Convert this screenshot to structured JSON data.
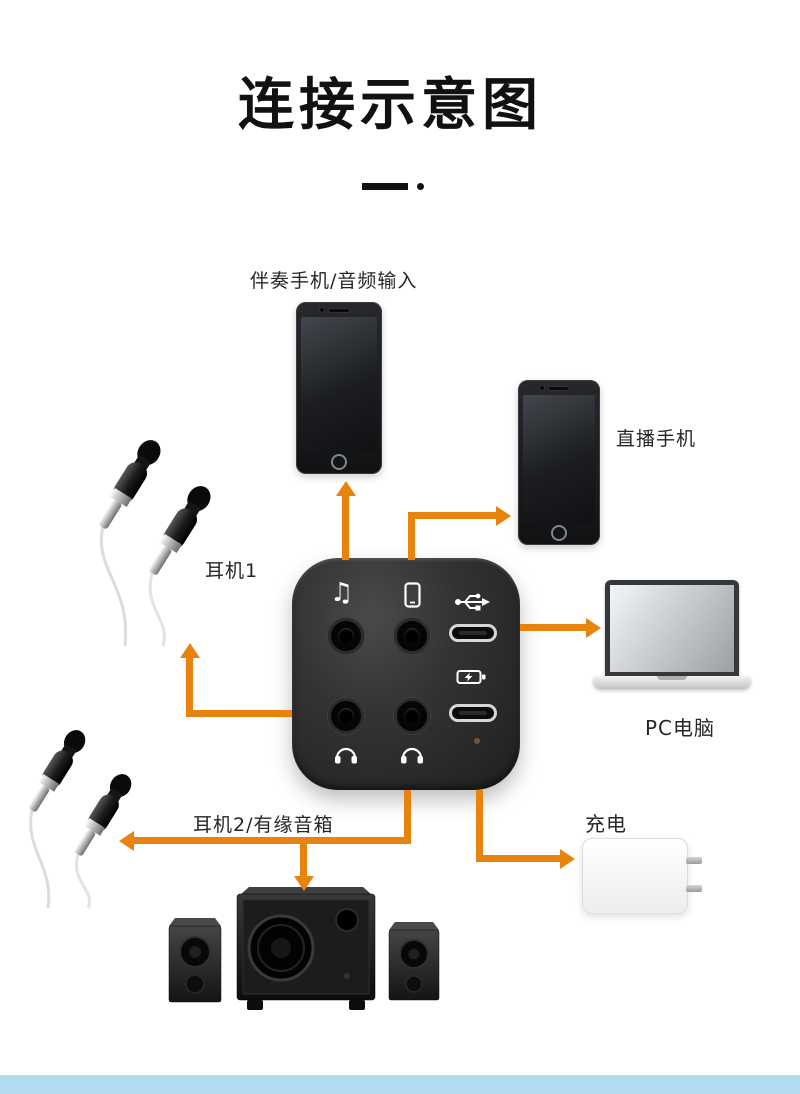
{
  "title": "连接示意图",
  "labels": {
    "top_phone": "伴奏手机/音频输入",
    "right_phone": "直播手机",
    "earphone1": "耳机1",
    "pc": "PC电脑",
    "earphone2": "耳机2/有缘音箱",
    "charger": "充电"
  },
  "device": {
    "music_glyph": "♫"
  },
  "colors": {
    "arrow": "#e8830f",
    "footer_bar": "#b3dcf2",
    "device_body": "#2b2b2b",
    "title_text": "#111111",
    "label_text": "#262626"
  }
}
